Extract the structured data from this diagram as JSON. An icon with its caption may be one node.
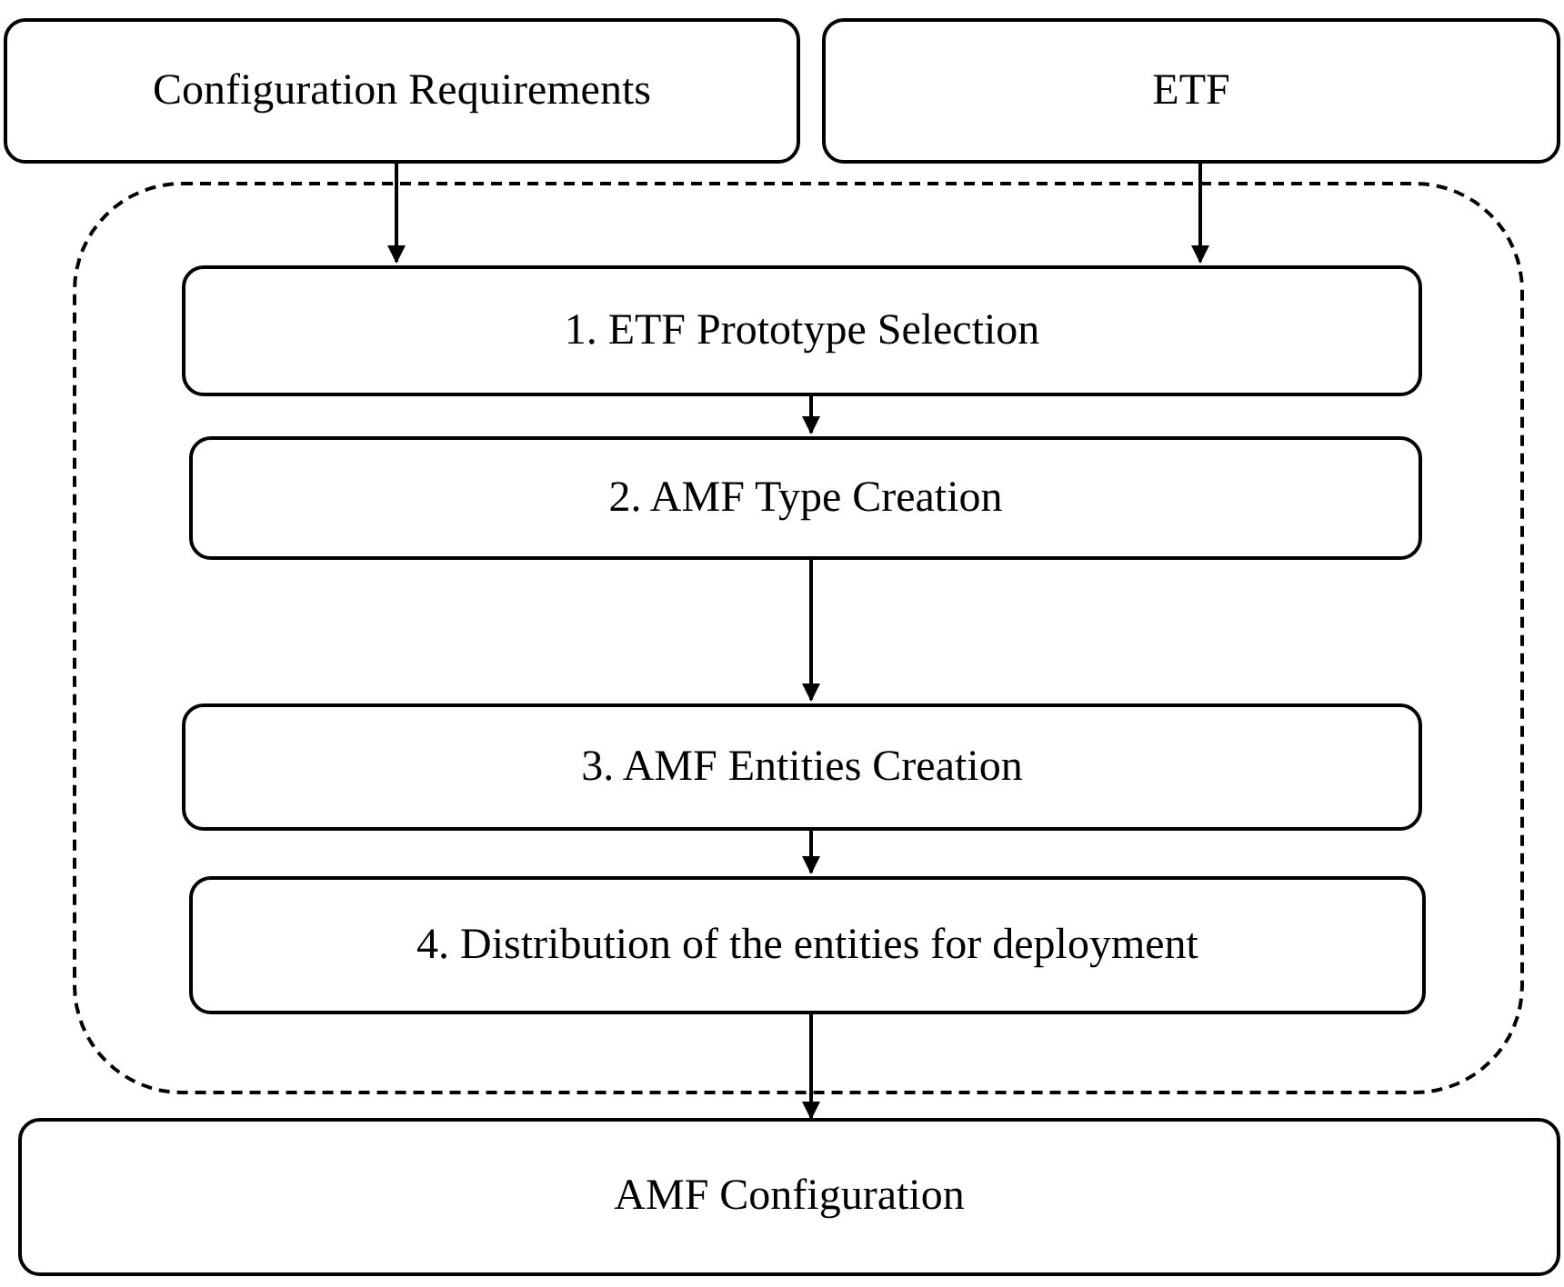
{
  "diagram": {
    "nodes": [
      {
        "text": [
          "Configuration Requirements"
        ]
      },
      {
        "text": [
          "ETF"
        ]
      },
      {
        "text": [],
        "shape": "box"
      },
      {
        "text": [
          "1. ETF Prototype Selection"
        ],
        "in": 2
      },
      {
        "text": [
          "2. AMF Type Creation"
        ],
        "in": 2
      },
      {
        "text": [
          "3. AMF Entities Creation"
        ],
        "in": 2
      },
      {
        "text": [
          "4. Distribution of the entities for deployment"
        ],
        "in": 2
      },
      {
        "text": [
          "AMF Configuration"
        ]
      }
    ],
    "edges": [
      {
        "from": 0,
        "to": 3,
        "arrow": "to"
      },
      {
        "from": 1,
        "to": 3,
        "arrow": "to"
      },
      {
        "from": 3,
        "to": 4,
        "arrow": "to"
      },
      {
        "from": 4,
        "to": 5,
        "arrow": "to"
      },
      {
        "from": 5,
        "to": 6,
        "arrow": "to"
      },
      {
        "from": 6,
        "to": 7,
        "arrow": "to"
      }
    ]
  }
}
